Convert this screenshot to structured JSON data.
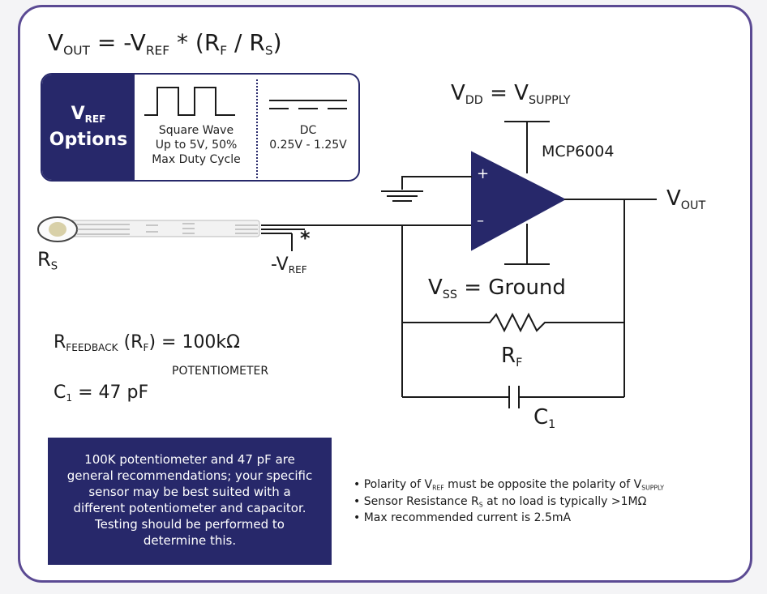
{
  "equation": {
    "v": "V",
    "out": "OUT",
    "mid": " = -V",
    "ref": "REF",
    "rest": " * (R",
    "f": "F",
    "slash": " / R",
    "s": "S",
    "close": ")"
  },
  "vref_options": {
    "label_v": "V",
    "label_ref": "REF",
    "label_options": "Options",
    "square_line1": "Square Wave",
    "square_line2": "Up to 5V, 50%",
    "square_line3": "Max Duty Cycle",
    "dc_line1": "DC",
    "dc_line2": "0.25V - 1.25V"
  },
  "circuit": {
    "vdd_v": "V",
    "vdd_dd": "DD",
    "vdd_eq": " = V",
    "vdd_supply": "SUPPLY",
    "opamp": "MCP6004",
    "plus": "+",
    "minus": "–",
    "vout_v": "V",
    "vout_out": "OUT",
    "vss_v": "V",
    "vss_ss": "SS",
    "vss_eq": " = Ground",
    "rf_r": "R",
    "rf_f": "F",
    "c1_c": "C",
    "c1_1": "1",
    "rs_r": "R",
    "rs_s": "S",
    "nvref_v": "-V",
    "nvref_ref": "REF",
    "star": "*"
  },
  "specs": {
    "rfb_r": "R",
    "rfb_feedback": "FEEDBACK",
    "rfb_mid": " (R",
    "rfb_f": "F",
    "rfb_val": ") = 100kΩ",
    "potentiometer": "POTENTIOMETER",
    "c1_c": "C",
    "c1_1": "1",
    "c1_val": " = 47 pF"
  },
  "note": "100K potentiometer and 47 pF are general recommendations; your specific sensor may be best suited with a different potentiometer and capacitor. Testing should be performed to determine this.",
  "bullets": {
    "b1_pre": "• Polarity of V",
    "b1_ref": "REF",
    "b1_mid": " must be opposite the polarity of V",
    "b1_supply": "SUPPLY",
    "b2_pre": "• Sensor Resistance R",
    "b2_s": "S",
    "b2_post": " at no load is typically >1MΩ",
    "b3": "• Max recommended current is 2.5mA"
  },
  "colors": {
    "brand": "#27286a",
    "border": "#5b4a93",
    "wire": "#1a1a1a"
  }
}
